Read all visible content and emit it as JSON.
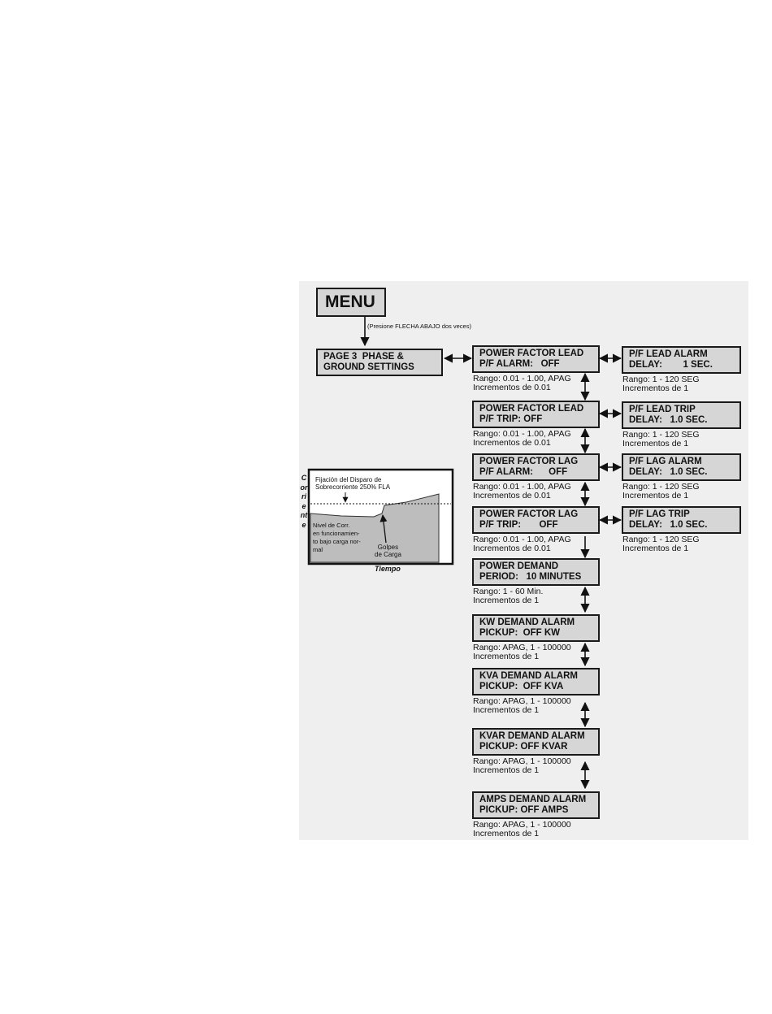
{
  "menu": {
    "label": "MENU",
    "hint": "(Presione FLECHA ABAJO dos veces)"
  },
  "page3": {
    "line1": "PAGE 3  PHASE &",
    "line2": "GROUND SETTINGS"
  },
  "main_boxes": [
    {
      "line1": "POWER FACTOR LEAD",
      "line2": "P/F ALARM:   OFF",
      "range": "Rango: 0.01 - 1.00, APAG",
      "incr": "Incrementos de 0.01"
    },
    {
      "line1": "POWER FACTOR LEAD",
      "line2": "P/F TRIP: OFF",
      "range": "Rango: 0.01 - 1.00, APAG",
      "incr": "Incrementos de 0.01"
    },
    {
      "line1": "POWER FACTOR LAG",
      "line2": "P/F ALARM:      OFF",
      "range": "Rango: 0.01 - 1.00, APAG",
      "incr": "Incrementos de 0.01"
    },
    {
      "line1": "POWER FACTOR LAG",
      "line2": "P/F TRIP:       OFF",
      "range": "Rango: 0.01 - 1.00, APAG",
      "incr": "Incrementos de 0.01"
    },
    {
      "line1": "POWER DEMAND",
      "line2": "PERIOD:   10 MINUTES",
      "range": "Rango: 1 - 60 Min.",
      "incr": "Incrementos de 1"
    },
    {
      "line1": "KW DEMAND ALARM",
      "line2": "PICKUP:  OFF KW",
      "range": "Rango: APAG, 1 - 100000",
      "incr": "Incrementos de 1"
    },
    {
      "line1": "KVA DEMAND ALARM",
      "line2": "PICKUP:  OFF KVA",
      "range": "Rango: APAG, 1 - 100000",
      "incr": "Incrementos de 1"
    },
    {
      "line1": "KVAR DEMAND ALARM",
      "line2": "PICKUP: OFF KVAR",
      "range": "Rango: APAG, 1 - 100000",
      "incr": "Incrementos de 1"
    },
    {
      "line1": "AMPS DEMAND ALARM",
      "line2": "PICKUP: OFF AMPS",
      "range": "Rango: APAG, 1 - 100000",
      "incr": "Incrementos de 1"
    }
  ],
  "side_boxes": [
    {
      "line1": "P/F LEAD ALARM",
      "line2": "DELAY:        1 SEC.",
      "range": "Rango: 1 - 120 SEG",
      "incr": "Incrementos de 1"
    },
    {
      "line1": "P/F LEAD TRIP",
      "line2": "DELAY:   1.0 SEC.",
      "range": "Rango: 1 - 120 SEG",
      "incr": "Incrementos de 1"
    },
    {
      "line1": "P/F LAG ALARM",
      "line2": "DELAY:   1.0 SEC.",
      "range": "Rango: 1 - 120 SEG",
      "incr": "Incrementos de 1"
    },
    {
      "line1": "P/F LAG TRIP",
      "line2": "DELAY:   1.0 SEC.",
      "range": "Rango: 1 - 120 SEG",
      "incr": "Incrementos de 1"
    }
  ],
  "inset": {
    "trip_label": "Fijación del Disparo de\nSobrecorriente 250% FLA",
    "level_label": "Nivel de Corr.\nen funcionamien-\nto bajo carga nor-\nmal",
    "bumps_label": "Golpes\nde Carga",
    "ylabel": "Corriente",
    "xlabel": "Tiempo"
  }
}
